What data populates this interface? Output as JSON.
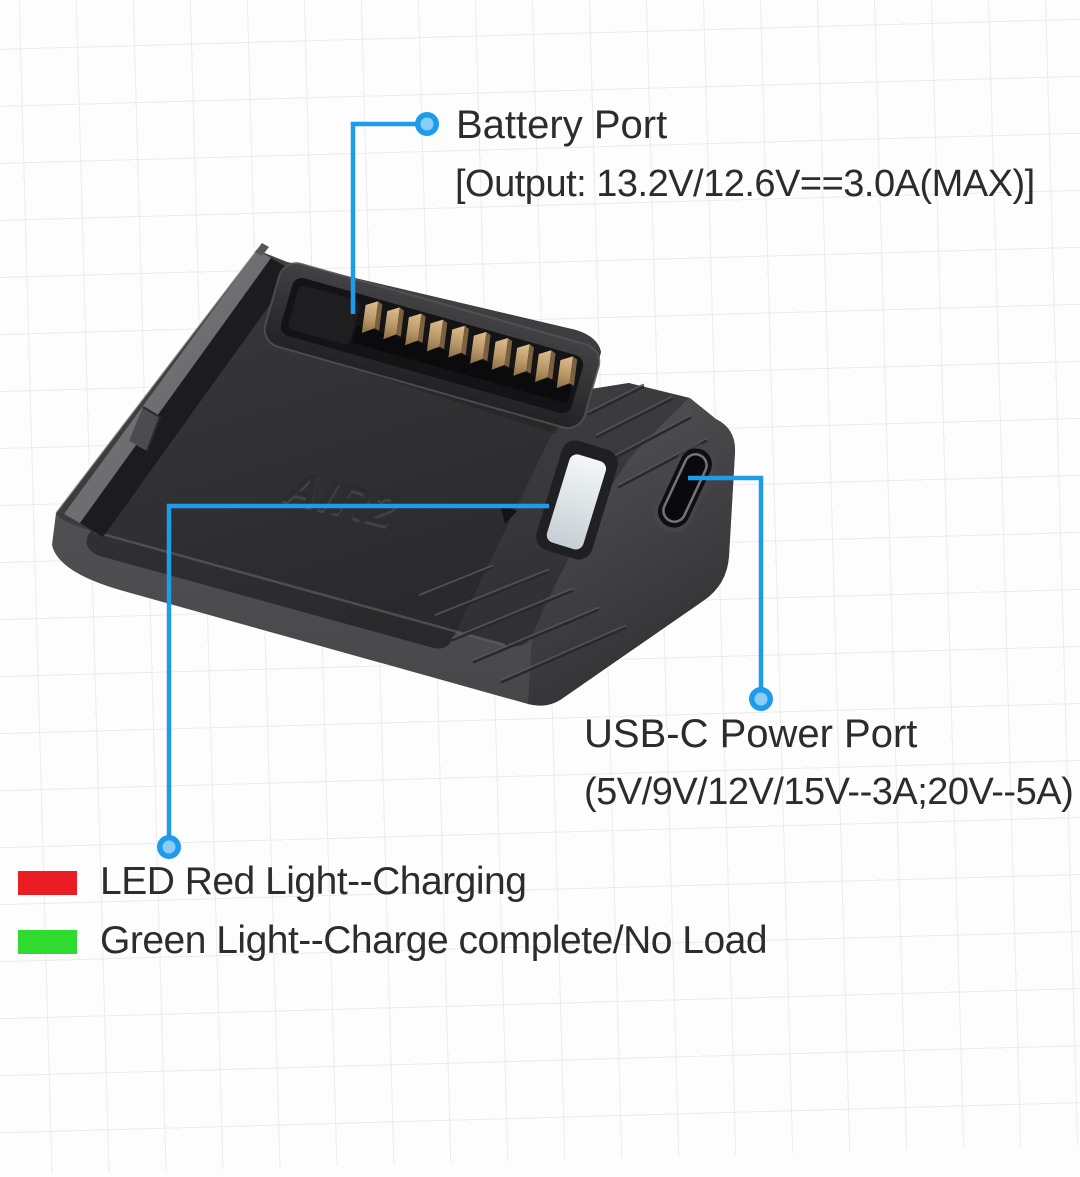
{
  "palette": {
    "background_white": "#fdfdfd",
    "grid_line": "#ececec",
    "callout_blue": "#1e9ceb",
    "callout_dot_inner": "#8bcef4",
    "text_dark": "#2c2c2e",
    "led_red": "#ea1c24",
    "led_green": "#2edb2e",
    "device_body_gray": "#3e3e40",
    "pin_gold": "#c5a476"
  },
  "device": {
    "engraving_label": "AIR2",
    "pin_count": 10
  },
  "callouts": {
    "battery": {
      "title": "Battery Port",
      "spec": "[Output: 13.2V/12.6V==3.0A(MAX)]"
    },
    "usbc": {
      "title": "USB-C Power Port",
      "spec": "(5V/9V/12V/15V--3A;20V--5A)"
    },
    "led_red": {
      "label": "LED Red Light--Charging"
    },
    "led_green": {
      "label": "Green Light--Charge complete/No Load"
    }
  }
}
